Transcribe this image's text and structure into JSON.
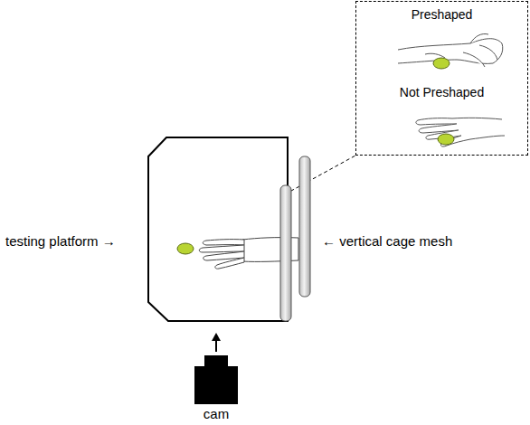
{
  "diagram": {
    "nodes": [
      {
        "text": [
          "Preshaped",
          "Not Preshaped"
        ]
      }
    ],
    "labels": [
      "testing platform →",
      "← vertical cage mesh",
      "cam"
    ]
  }
}
